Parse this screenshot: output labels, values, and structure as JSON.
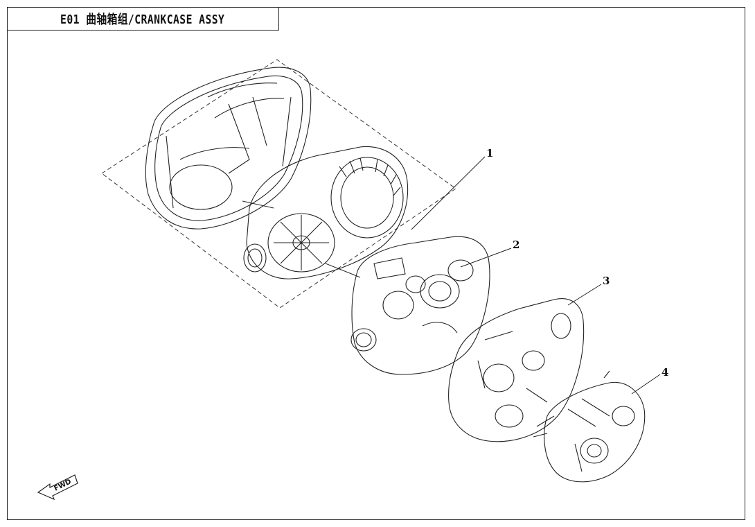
{
  "title": {
    "code": "E01",
    "name_cn": "曲轴箱组",
    "name_en": "CRANKCASE ASSY",
    "full": "E01 曲轴箱组/CRANKCASE ASSY"
  },
  "callouts": [
    {
      "label": "1",
      "part": "clutch-cover-assembly"
    },
    {
      "label": "2",
      "part": "crankcase-left"
    },
    {
      "label": "3",
      "part": "crankcase-right"
    },
    {
      "label": "4",
      "part": "crankcase-cover"
    }
  ],
  "direction_indicator": {
    "text": "FWD"
  }
}
